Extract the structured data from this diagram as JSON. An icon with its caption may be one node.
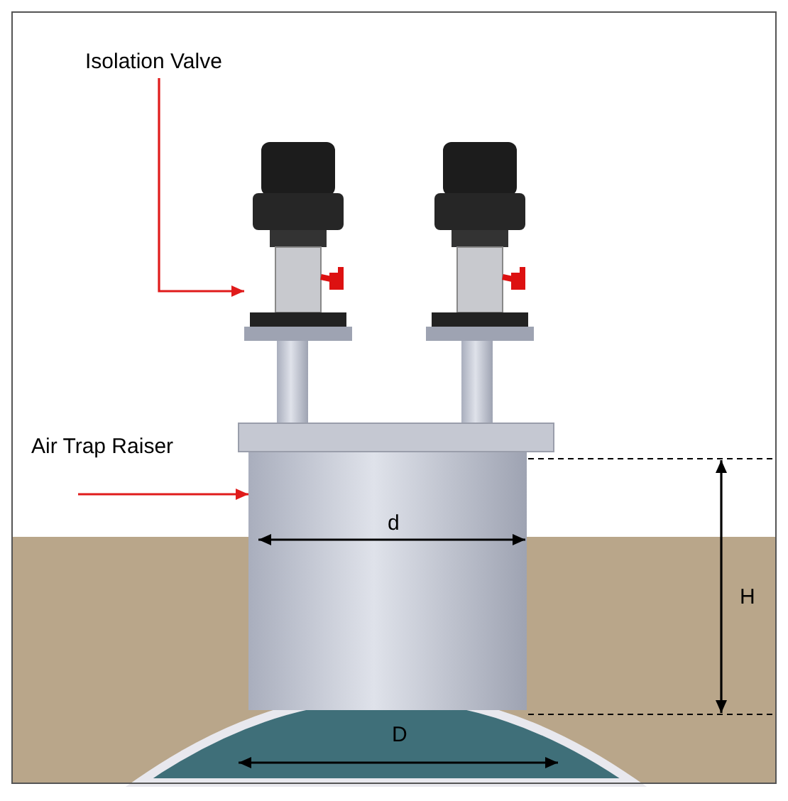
{
  "diagram": {
    "nodes": [
      {
        "text": [
          "Isolation Valve"
        ]
      },
      {
        "text": [],
        "shape": "picture"
      },
      {
        "text": [
          "Air Trap Raiser"
        ]
      },
      {
        "text": [],
        "shape": "picture"
      }
    ],
    "edges": [
      {
        "from": 0,
        "to": 1,
        "arrow": "to"
      },
      {
        "from": 2,
        "to": 3,
        "arrow": "to"
      }
    ],
    "labels": [
      "d",
      "H",
      "D"
    ]
  }
}
